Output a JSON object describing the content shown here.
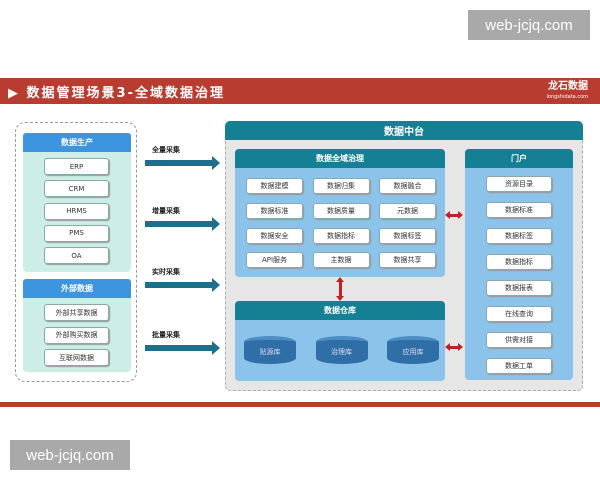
{
  "watermark": "web-jcjq.com",
  "title": "▶ 数据管理场景3-全域数据治理",
  "logo": {
    "name": "龙石数据",
    "url_text": "longshidata.com"
  },
  "production": {
    "title": "数据生产",
    "items": [
      "ERP",
      "CRM",
      "HRMS",
      "PMS",
      "OA"
    ]
  },
  "external": {
    "title": "外部数据",
    "items": [
      "外部共享数据",
      "外部购买数据",
      "互联网数据"
    ]
  },
  "collect": [
    "全量采集",
    "增量采集",
    "实时采集",
    "批量采集"
  ],
  "platform": {
    "title": "数据中台",
    "governance": {
      "title": "数据全域治理",
      "items": [
        "数据建模",
        "数据归集",
        "数据融合",
        "数据标准",
        "数据质量",
        "元数据",
        "数据安全",
        "数据指标",
        "数据标签",
        "API服务",
        "主数据",
        "数据共享"
      ]
    },
    "warehouse": {
      "title": "数据仓库",
      "items": [
        "贴源库",
        "治理库",
        "应用库"
      ]
    },
    "portal": {
      "title": "门户",
      "items": [
        "资源目录",
        "数据标准",
        "数据标签",
        "数据指标",
        "数据报表",
        "在线查询",
        "供需对接",
        "数据工单"
      ]
    }
  },
  "colors": {
    "red": "#b83c2f",
    "teal": "#157f93",
    "blue": "#3d95e0",
    "green": "#cdeee6",
    "panel": "#8cc3ea"
  }
}
